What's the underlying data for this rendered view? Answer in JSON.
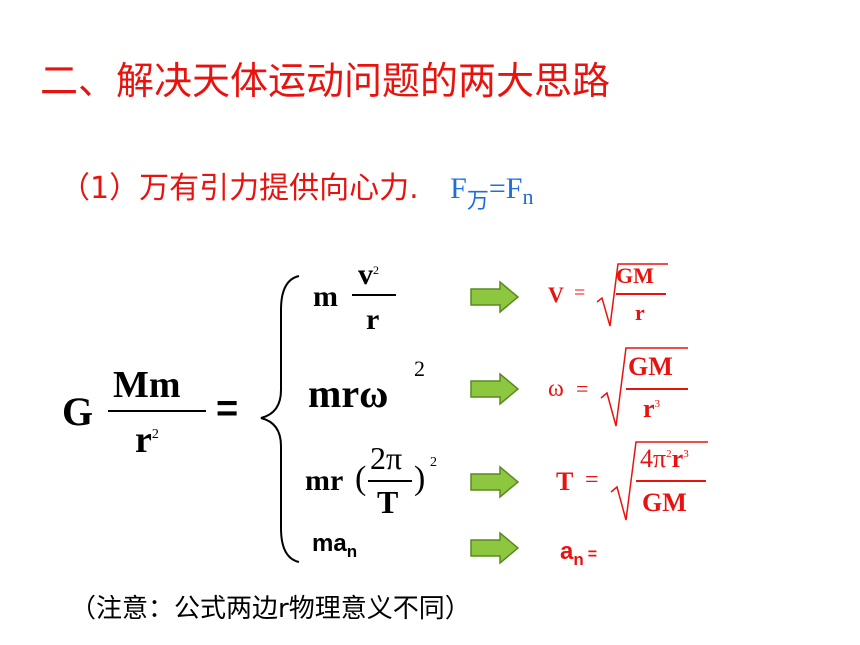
{
  "title": "二、解决天体运动问题的两大思路",
  "subtitle": {
    "text": "（1）万有引力提供向心力.",
    "formula_F": "F",
    "formula_sub": "万",
    "formula_eq": "=F",
    "formula_n": "n"
  },
  "lhs": {
    "G": "G",
    "num": "Mm",
    "den": "r",
    "den_exp": "2",
    "eq": "="
  },
  "forms": {
    "f1": {
      "m": "m",
      "num": "v",
      "exp": "2",
      "den": "r"
    },
    "f2": {
      "text": "mrω",
      "exp": "2"
    },
    "f3": {
      "mr": "mr",
      "lpar": "(",
      "num": "2π",
      "den": "T",
      "rpar": ")",
      "exp": "2"
    },
    "f4": {
      "base": "ma",
      "sub": "n"
    }
  },
  "results": {
    "r1": {
      "lhs": "V",
      "eq": "=",
      "num": "GM",
      "den": "r"
    },
    "r2": {
      "lhs": "ω",
      "eq": "=",
      "num": "GM",
      "den": "r",
      "den_exp": "3"
    },
    "r3": {
      "lhs": "T",
      "eq": "=",
      "num_a": "4π",
      "num_exp1": "2",
      "num_b": "r",
      "num_exp2": "3",
      "den": "GM"
    },
    "r4": {
      "base": "a",
      "sub": "n",
      "eq": "="
    }
  },
  "note": "（注意：公式两边r物理意义不同）",
  "colors": {
    "red": "#e8130f",
    "blue": "#1e6fd9",
    "arrow_fill": "#8dc63f",
    "arrow_stroke": "#5a8a1e"
  },
  "icons": [
    "right-arrow-icon",
    "brace-icon",
    "sqrt-icon"
  ]
}
